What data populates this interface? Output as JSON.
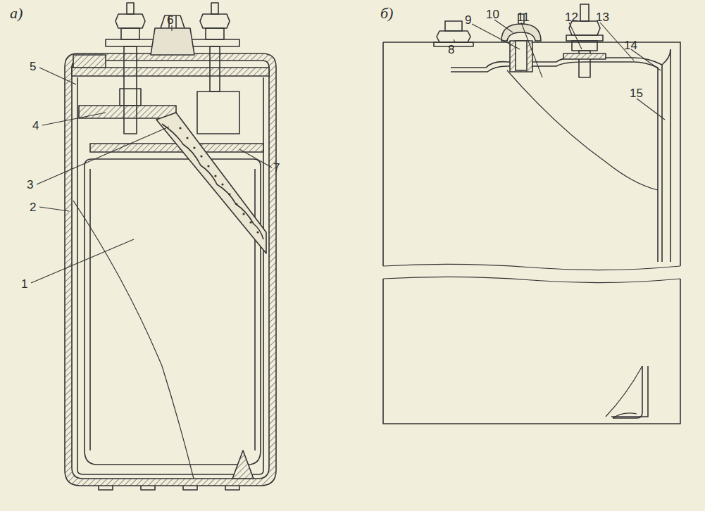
{
  "diagram": {
    "labels": [
      "а)",
      "1",
      "2",
      "3",
      "4",
      "5",
      "6",
      "7",
      "б)",
      "8",
      "9",
      "10",
      "11",
      "12",
      "13",
      "14",
      "15"
    ]
  }
}
